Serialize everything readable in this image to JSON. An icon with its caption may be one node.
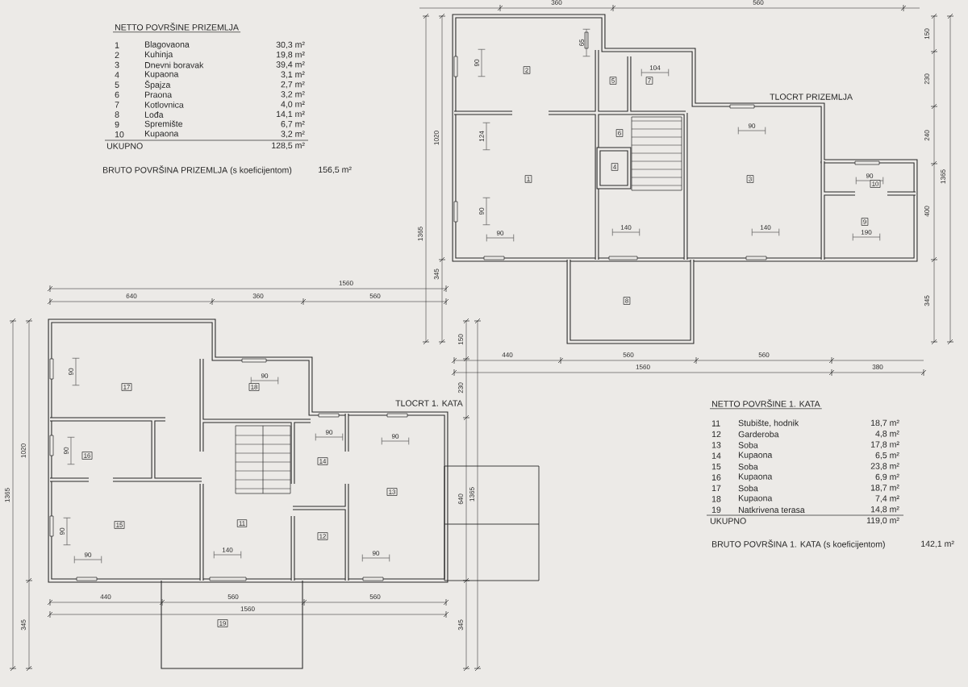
{
  "diagram": {
    "nodes": [
      {
        "text": [
          "1"
        ]
      },
      {
        "text": [
          "2"
        ]
      },
      {
        "text": [
          "3"
        ]
      },
      {
        "text": [
          "4"
        ]
      },
      {
        "text": [
          "5"
        ]
      },
      {
        "text": [
          "6"
        ]
      },
      {
        "text": [
          "7"
        ]
      },
      {
        "text": [
          "8"
        ]
      },
      {
        "text": [
          "9"
        ]
      },
      {
        "text": [
          "10"
        ]
      },
      {
        "text": [
          "11"
        ]
      },
      {
        "text": [
          "12"
        ]
      },
      {
        "text": [
          "13"
        ]
      },
      {
        "text": [
          "14"
        ]
      },
      {
        "text": [
          "15"
        ]
      },
      {
        "text": [
          "16"
        ]
      },
      {
        "text": [
          "17"
        ]
      },
      {
        "text": [
          "18"
        ]
      },
      {
        "text": [
          "19"
        ]
      }
    ],
    "labels": [
      "NETTO POVRŠINE PRIZEMLJA",
      "1",
      "Blagovaona",
      "30,3 m²",
      "2",
      "Kuhinja",
      "19,8 m²",
      "3",
      "Dnevni boravak",
      "39,4 m²",
      "4",
      "Kupaona",
      "3,1 m²",
      "5",
      "Špajza",
      "2,7 m²",
      "6",
      "Praona",
      "3,2 m²",
      "7",
      "Kotlovnica",
      "4,0 m²",
      "8",
      "Lođa",
      "14,1 m²",
      "9",
      "Spremište",
      "6,7 m²",
      "10",
      "Kupaona",
      "3,2 m²",
      "UKUPNO",
      "128,5 m²",
      "BRUTO POVRŠINA PRIZEMLJA (s koeficijentom)",
      "156,5 m²",
      "TLOCRT PRIZEMLJA",
      "360",
      "560",
      "65",
      "90",
      "104",
      "150",
      "230",
      "1020",
      "124",
      "90",
      "240",
      "1365",
      "90",
      "400",
      "90",
      "140",
      "140",
      "1365",
      "90",
      "190",
      "345",
      "345",
      "440",
      "560",
      "560",
      "1560",
      "380",
      "1560",
      "640",
      "360",
      "560",
      "150",
      "90",
      "90",
      "230",
      "TLOCRT 1. KATA",
      "90",
      "90",
      "1020",
      "90",
      "1365",
      "640",
      "1365",
      "90",
      "140",
      "90",
      "90",
      "440",
      "560",
      "560",
      "1560",
      "345",
      "345",
      "NETTO POVRŠINE 1. KATA",
      "11",
      "Stubište, hodnik",
      "18,7 m²",
      "12",
      "Garderoba",
      "4,8 m²",
      "13",
      "Soba",
      "17,8 m²",
      "14",
      "Kupaona",
      "6,5 m²",
      "15",
      "Soba",
      "23,8 m²",
      "16",
      "Kupaona",
      "6,9 m²",
      "17",
      "Soba",
      "18,7 m²",
      "18",
      "Kupaona",
      "7,4 m²",
      "19",
      "Natkrivena terasa",
      "14,8 m²",
      "UKUPNO",
      "119,0 m²",
      "BRUTO POVRŠINA 1. KATA (s koeficijentom)",
      "142,1 m²"
    ]
  }
}
